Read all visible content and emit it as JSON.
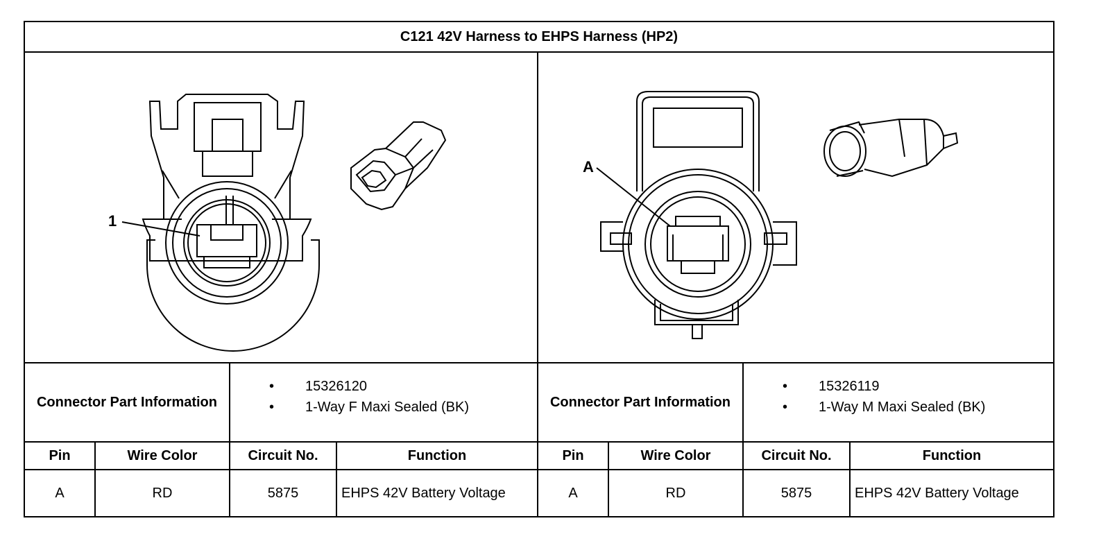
{
  "title": "C121 42V Harness to EHPS Harness (HP2)",
  "left": {
    "callout": "1",
    "connector_label": "Connector Part Information",
    "parts": [
      "15326120",
      "1-Way F Maxi Sealed (BK)"
    ],
    "headers": {
      "pin": "Pin",
      "wire": "Wire Color",
      "circuit": "Circuit No.",
      "function": "Function"
    },
    "row": {
      "pin": "A",
      "wire": "RD",
      "circuit": "5875",
      "function": "EHPS 42V Battery Voltage"
    }
  },
  "right": {
    "callout": "A",
    "connector_label": "Connector Part Information",
    "parts": [
      "15326119",
      "1-Way M Maxi Sealed (BK)"
    ],
    "headers": {
      "pin": "Pin",
      "wire": "Wire Color",
      "circuit": "Circuit No.",
      "function": "Function"
    },
    "row": {
      "pin": "A",
      "wire": "RD",
      "circuit": "5875",
      "function": "EHPS 42V Battery Voltage"
    }
  }
}
